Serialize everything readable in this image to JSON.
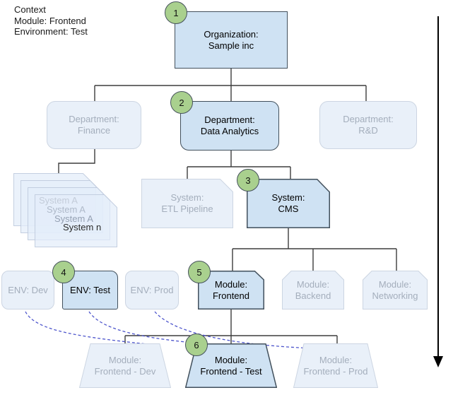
{
  "context": {
    "title": "Context",
    "module": "Module: Frontend",
    "environment": "Environment: Test"
  },
  "steps": [
    "1",
    "2",
    "3",
    "4",
    "5",
    "6"
  ],
  "nodes": {
    "organization": {
      "line1": "Organization:",
      "line2": "Sample inc"
    },
    "dept_finance": {
      "line1": "Department:",
      "line2": "Finance"
    },
    "dept_data_analytics": {
      "line1": "Department:",
      "line2": "Data Analytics"
    },
    "dept_rnd": {
      "line1": "Department:",
      "line2": "R&D"
    },
    "system_stack": [
      "System A",
      "System A",
      "System A",
      "System n"
    ],
    "system_etl": {
      "line1": "System:",
      "line2": "ETL Pipeline"
    },
    "system_cms": {
      "line1": "System:",
      "line2": "CMS"
    },
    "env_dev": {
      "line1": "ENV: Dev"
    },
    "env_test": {
      "line1": "ENV: Test"
    },
    "env_prod": {
      "line1": "ENV: Prod"
    },
    "module_frontend": {
      "line1": "Module:",
      "line2": "Frontend"
    },
    "module_backend": {
      "line1": "Module:",
      "line2": "Backend"
    },
    "module_networking": {
      "line1": "Module:",
      "line2": "Networking"
    },
    "deploy_dev": {
      "line1": "Module:",
      "line2": "Frontend - Dev"
    },
    "deploy_test": {
      "line1": "Module:",
      "line2": "Frontend - Test"
    },
    "deploy_prod": {
      "line1": "Module:",
      "line2": "Frontend - Prod"
    }
  },
  "colors": {
    "highlight_fill": "#cfe2f3",
    "highlight_border": "#42505c",
    "faded_fill": "#e9f0f9",
    "faded_border": "#ccd5e2",
    "faded_text": "#a4aebc",
    "step_green": "#a9d08e",
    "dashed_link": "#4d55cc",
    "connector": "#3d3d3d"
  }
}
